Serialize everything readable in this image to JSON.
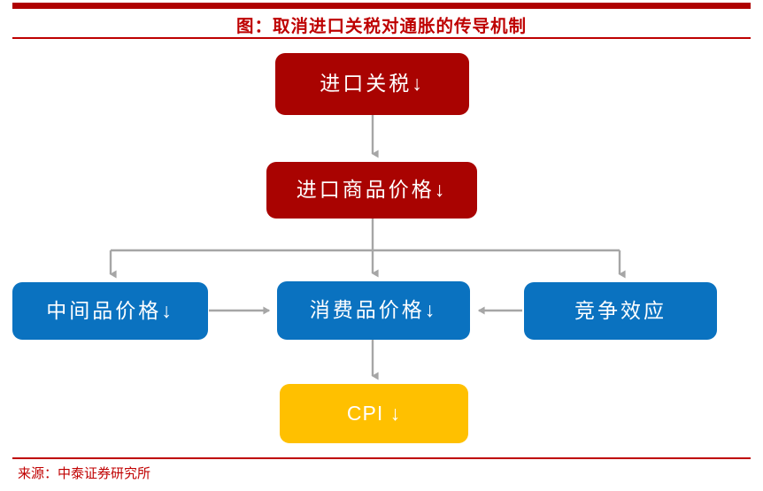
{
  "header": {
    "title": "图：取消进口关税对通胀的传导机制",
    "accent_color": "#BE0000",
    "bar_color": "#AF0100"
  },
  "footer": {
    "source": "来源：中泰证券研究所",
    "rule_color": "#BE0000",
    "text_color": "#C00000"
  },
  "diagram": {
    "type": "flowchart",
    "palette": {
      "red": "#A90301",
      "blue": "#0A72C0",
      "yellow": "#FFC000",
      "connector": "#A6A6A6",
      "node_text": "#FFFFFF"
    },
    "nodes": [
      {
        "id": "import-tariff",
        "label": "进口关税↓",
        "color": "red",
        "level": 1
      },
      {
        "id": "import-goods-price",
        "label": "进口商品价格↓",
        "color": "red",
        "level": 2
      },
      {
        "id": "intermediate-price",
        "label": "中间品价格↓",
        "color": "blue",
        "level": 3
      },
      {
        "id": "consumer-price",
        "label": "消费品价格↓",
        "color": "blue",
        "level": 3
      },
      {
        "id": "competition-effect",
        "label": "竞争效应",
        "color": "blue",
        "level": 3
      },
      {
        "id": "cpi",
        "label": "CPI ↓",
        "color": "yellow",
        "level": 4
      }
    ],
    "edges": [
      {
        "from": "import-tariff",
        "to": "import-goods-price",
        "direction": "down"
      },
      {
        "from": "import-goods-price",
        "to": "intermediate-price",
        "direction": "down"
      },
      {
        "from": "import-goods-price",
        "to": "consumer-price",
        "direction": "down"
      },
      {
        "from": "import-goods-price",
        "to": "competition-effect",
        "direction": "down"
      },
      {
        "from": "intermediate-price",
        "to": "consumer-price",
        "direction": "right"
      },
      {
        "from": "competition-effect",
        "to": "consumer-price",
        "direction": "left"
      },
      {
        "from": "consumer-price",
        "to": "cpi",
        "direction": "down"
      }
    ]
  }
}
